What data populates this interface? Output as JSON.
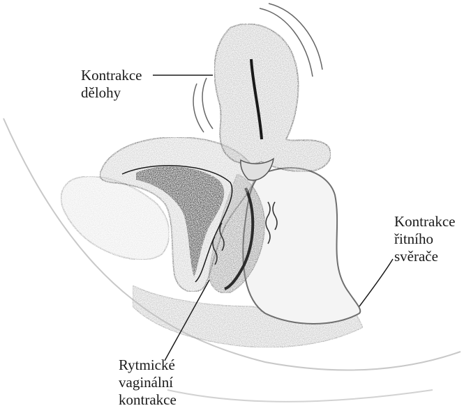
{
  "labels": {
    "uterus": {
      "line1": "Kontrakce",
      "line2": "dělohy"
    },
    "anal": {
      "line1": "Kontrakce",
      "line2": "řitního",
      "line3": "svěrače"
    },
    "vaginal": {
      "line1": "Rytmické",
      "line2": "vaginální",
      "line3": "kontrakce"
    }
  },
  "colors": {
    "stipple_light": "#d9d9d9",
    "stipple_mid": "#b3b3b3",
    "stipple_dark": "#7d7d7d",
    "ink": "#1a1a1a",
    "cavity": "#2b2b2b"
  }
}
